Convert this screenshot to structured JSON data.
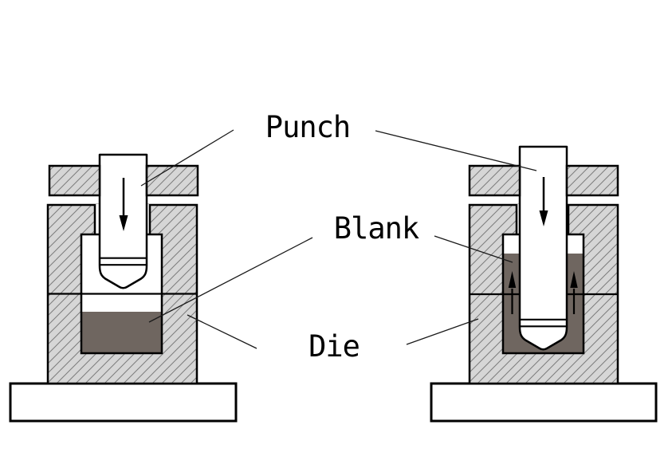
{
  "diagram": {
    "labels": {
      "punch": "Punch",
      "blank": "Blank",
      "die": "Die"
    }
  },
  "colors": {
    "background": "#ffffff",
    "outline": "#000000",
    "hatch_background": "#d6d6d6",
    "hatch_line": "#7c7c7c",
    "blank_fill": "#6f6660",
    "punch_fill": "#ffffff",
    "base_plate_fill": "#ffffff",
    "leader_line": "#1a1a1a",
    "arrow": "#000000",
    "label_text": "#000000"
  }
}
